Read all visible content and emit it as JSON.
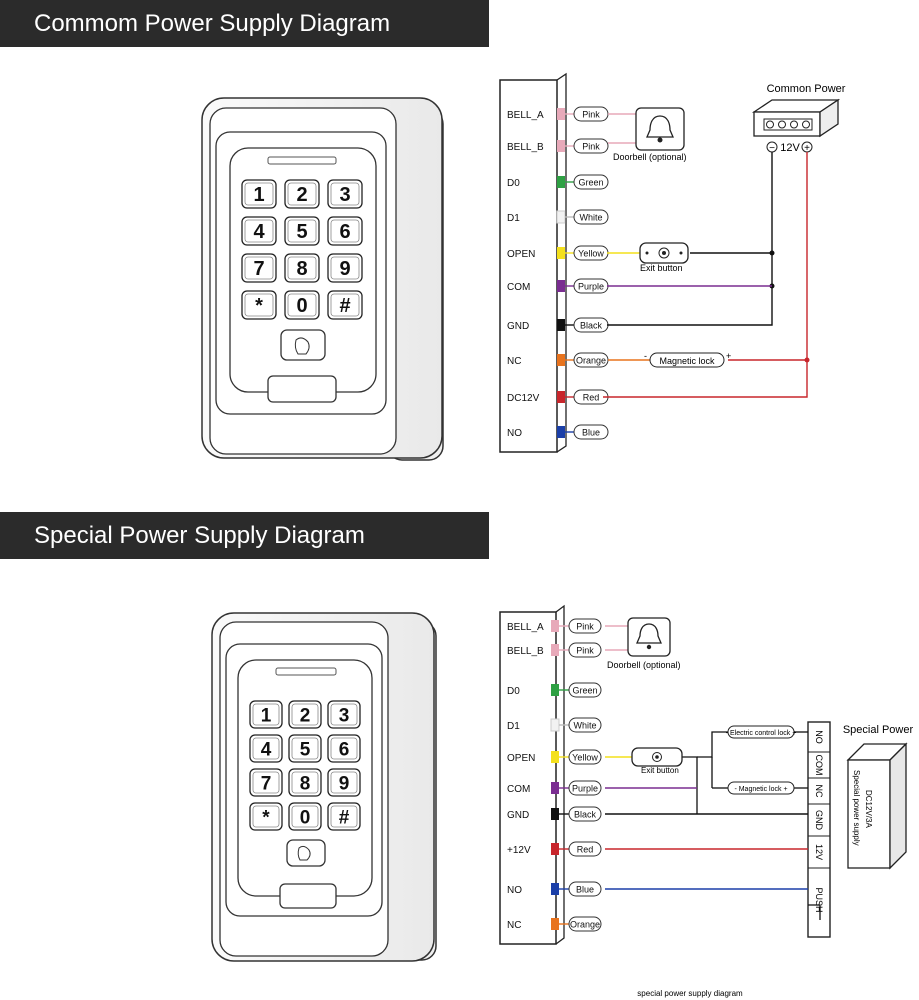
{
  "sections": [
    {
      "title": "Commom Power Supply Diagram",
      "terminals": [
        {
          "label": "BELL_A",
          "wire": "Pink",
          "color": "#e7a9b9"
        },
        {
          "label": "BELL_B",
          "wire": "Pink",
          "color": "#e7a9b9"
        },
        {
          "label": "D0",
          "wire": "Green",
          "color": "#2ea043"
        },
        {
          "label": "D1",
          "wire": "White",
          "color": "#f2f2f2"
        },
        {
          "label": "OPEN",
          "wire": "Yellow",
          "color": "#f4e01c"
        },
        {
          "label": "COM",
          "wire": "Purple",
          "color": "#7a2d91"
        },
        {
          "label": "GND",
          "wire": "Black",
          "color": "#111111"
        },
        {
          "label": "NC",
          "wire": "Orange",
          "color": "#e8731d"
        },
        {
          "label": "DC12V",
          "wire": "Red",
          "color": "#c8262c"
        },
        {
          "label": "NO",
          "wire": "Blue",
          "color": "#1b3fa8"
        }
      ],
      "doorbell": "Doorbell (optional)",
      "exit_button": "Exit button",
      "magnetic_lock": "Magnetic lock",
      "lock_minus": "-",
      "lock_plus": "+",
      "power_title": "Common Power",
      "power_minus": "−",
      "power_voltage": "12V",
      "power_plus": "+"
    },
    {
      "title": "Special Power Supply Diagram",
      "terminals": [
        {
          "label": "BELL_A",
          "wire": "Pink",
          "color": "#e7a9b9"
        },
        {
          "label": "BELL_B",
          "wire": "Pink",
          "color": "#e7a9b9"
        },
        {
          "label": "D0",
          "wire": "Green",
          "color": "#2ea043"
        },
        {
          "label": "D1",
          "wire": "White",
          "color": "#f2f2f2"
        },
        {
          "label": "OPEN",
          "wire": "Yellow",
          "color": "#f4e01c"
        },
        {
          "label": "COM",
          "wire": "Purple",
          "color": "#7a2d91"
        },
        {
          "label": "GND",
          "wire": "Black",
          "color": "#111111"
        },
        {
          "label": "+12V",
          "wire": "Red",
          "color": "#c8262c"
        },
        {
          "label": "NO",
          "wire": "Blue",
          "color": "#1b3fa8"
        },
        {
          "label": "NC",
          "wire": "Orange",
          "color": "#e8731d"
        }
      ],
      "doorbell": "Doorbell (optional)",
      "exit_button": "Exit button",
      "electric_lock": "- Electric control lock +",
      "magnetic_lock": "- Magnetic lock +",
      "supply_title": "Special Power",
      "supply_terminals": [
        "NO",
        "COM",
        "NC",
        "GND",
        "12V",
        "PUSH"
      ],
      "supply_rating": "DC12V/3A",
      "supply_name": "Special power supply",
      "caption": "special power supply diagram"
    }
  ],
  "keypad_keys": [
    "1",
    "2",
    "3",
    "4",
    "5",
    "6",
    "7",
    "8",
    "9",
    "*",
    "0",
    "#"
  ],
  "icons": [
    "doorbell-icon",
    "exit-button-icon",
    "fingerprint-icon",
    "power-supply-icon"
  ]
}
